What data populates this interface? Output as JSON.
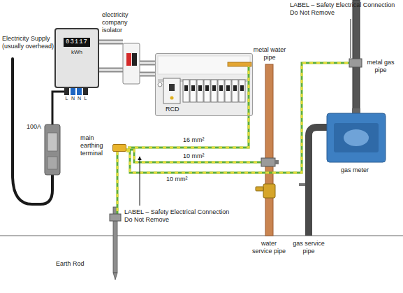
{
  "diagram": {
    "nodes": [
      {
        "text": [
          "03117",
          "kWh"
        ]
      },
      {
        "text": [
          "RCD"
        ]
      },
      {
        "text": [
          "main earthing terminal"
        ]
      },
      {
        "text": [
          "gas meter"
        ]
      }
    ],
    "edges": [
      {
        "from": 2,
        "to": 1,
        "arrow": "none",
        "label": "16 mm²"
      }
    ],
    "labels": [
      "Electricity Supply (usually overhead)",
      "100A",
      "L",
      "N",
      "N",
      "L",
      "electricity company isolator",
      "10 mm²",
      "10 mm²",
      "metal water pipe",
      "LABEL – Safety Electrical Connection Do Not Remove",
      "metal gas pipe",
      "LABEL – Safety Electrical Connection Do Not Remove",
      "Earth Rod",
      "water service pipe",
      "gas service pipe"
    ]
  }
}
